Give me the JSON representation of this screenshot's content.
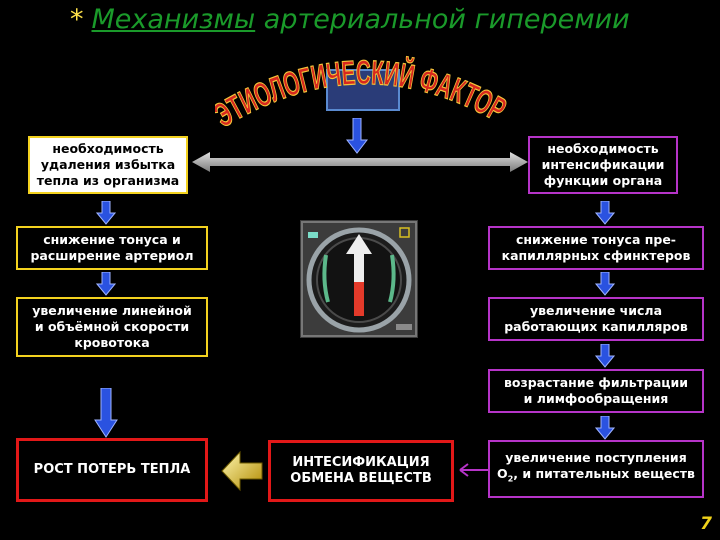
{
  "title": {
    "star": "*",
    "word_underlined": "Механизмы",
    "rest": "артериальной гиперемии"
  },
  "top_banner": "ЭТИОЛОГИЧЕСКИЙ ФАКТОР",
  "left_column": {
    "box1": [
      "необходимость",
      "удаления избытка",
      "тепла из организма"
    ],
    "box2": [
      "снижение тонуса и",
      "расширение артериол"
    ],
    "box3": [
      "увеличение линейной",
      "и объёмной скорости",
      "кровотока"
    ]
  },
  "right_column": {
    "box1": [
      "необходимость",
      "интенсификации",
      "функции органа"
    ],
    "box2": [
      "снижение тонуса пре-",
      "капиллярных сфинктеров"
    ],
    "box3": [
      "увеличение числа",
      "работающих капилляров"
    ],
    "box4": [
      "возрастание фильтрации",
      "и лимфообращения"
    ],
    "box5_line1": "увеличение поступления",
    "box5_o2": "O",
    "box5_o2_sub": "2",
    "box5_line2_rest": ", и питательных веществ"
  },
  "bottom": {
    "left_red": "РОСТ ПОТЕРЬ ТЕПЛА",
    "center_red": [
      "ИНТЕСИФИКАЦИЯ",
      "ОБМЕНА ВЕЩЕСТВ"
    ]
  },
  "page_number": "7",
  "colors": {
    "title": "#1a9a2a",
    "star": "#ffe24a",
    "banner_fill": "#d7281e",
    "banner_outline": "#f4c43a",
    "yellow_border": "#f3d21f",
    "magenta_border": "#b634c8",
    "red_border": "#e21818",
    "blue_arrow": "#2a52e0"
  }
}
